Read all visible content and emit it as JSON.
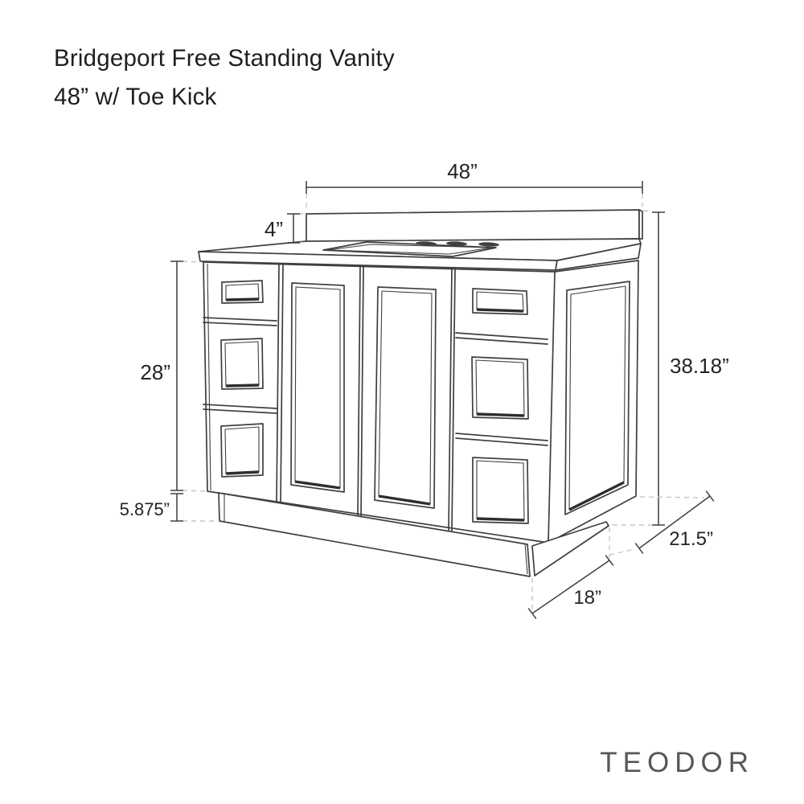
{
  "title": {
    "line1": "Bridgeport Free Standing Vanity",
    "line2": "48” w/ Toe Kick"
  },
  "brand": {
    "wordmark": "TEODOR"
  },
  "drawing": {
    "subject": "bathroom-vanity-technical-line-drawing",
    "dimensions": {
      "top_width": {
        "label": "48”"
      },
      "backsplash_height": {
        "label": "4”"
      },
      "cabinet_height": {
        "label": "28”"
      },
      "toe_kick_height": {
        "label": "5.875”"
      },
      "overall_height": {
        "label": "38.18”"
      },
      "depth": {
        "label": "21.5”"
      },
      "toe_kick_depth": {
        "label": "18”"
      }
    },
    "colors": {
      "line": "#3f3f3f",
      "line_dark": "#2e2e2e",
      "dash": "#c6c6c6",
      "text": "#242424",
      "title_text": "#1f1f1f",
      "brand_text": "#575757",
      "background": "#ffffff"
    }
  }
}
